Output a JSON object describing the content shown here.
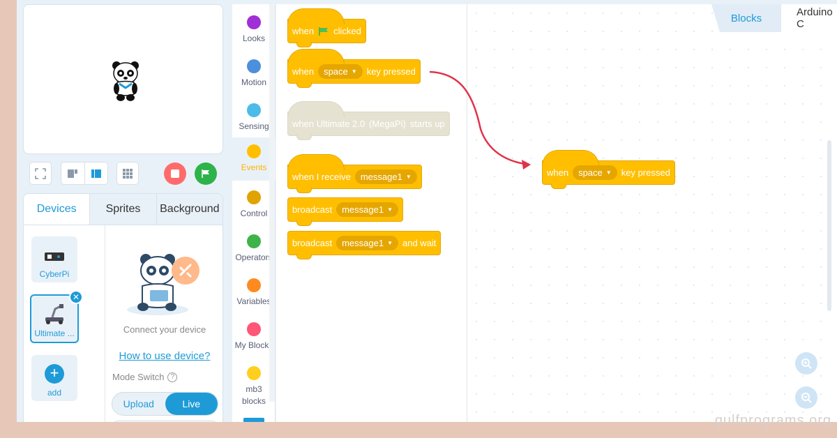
{
  "colors": {
    "accent": "#1e9bd7",
    "events": "#ffbf00",
    "stop": "#ff5f5f",
    "go": "#2db34a",
    "arrow": "#e0334a"
  },
  "devices_panel": {
    "tabs": [
      "Devices",
      "Sprites",
      "Background"
    ],
    "active_tab": "Devices",
    "devices": [
      {
        "label": "CyberPi",
        "icon": "cyberpi-board-icon"
      },
      {
        "label": "Ultimate ...",
        "icon": "robot-arm-icon",
        "selected": true
      }
    ],
    "add_label": "add",
    "connect_text": "Connect your device",
    "howto_link": "How to use device?",
    "mode_switch_label": "Mode Switch",
    "mode_upload": "Upload",
    "mode_live": "Live",
    "mode_active": "Live"
  },
  "categories": [
    {
      "label": "Looks",
      "color": "#a12fd6"
    },
    {
      "label": "Motion",
      "color": "#4c8fdb"
    },
    {
      "label": "Sensing",
      "color": "#4cbbe8"
    },
    {
      "label": "Events",
      "color": "#ffbf00",
      "active": true
    },
    {
      "label": "Control",
      "color": "#e0a300"
    },
    {
      "label": "Operators",
      "color": "#3fb34a"
    },
    {
      "label": "Variables",
      "color": "#ff8a1f"
    },
    {
      "label": "My Blocks",
      "color": "#ff5577"
    },
    {
      "label": "mb3 blocks",
      "color": "#ffcf1f"
    }
  ],
  "palette": {
    "flag_block": {
      "when": "when",
      "clicked": "clicked"
    },
    "key_block": {
      "when": "when",
      "key": "space",
      "suffix": "key pressed"
    },
    "ultimate_block": {
      "when": "when Ultimate 2.0",
      "device": "(MegaPi)",
      "suffix": "starts up"
    },
    "receive_block": {
      "text": "when I receive",
      "message": "message1"
    },
    "broadcast_block": {
      "text": "broadcast",
      "message": "message1"
    },
    "broadcast_wait_block": {
      "text": "broadcast",
      "message": "message1",
      "suffix": "and wait"
    }
  },
  "workspace": {
    "tabs": [
      "Blocks",
      "Arduino C"
    ],
    "active_tab": "Blocks",
    "placed_block": {
      "when": "when",
      "key": "space",
      "suffix": "key pressed"
    }
  },
  "watermark": "gulfprograms.org"
}
